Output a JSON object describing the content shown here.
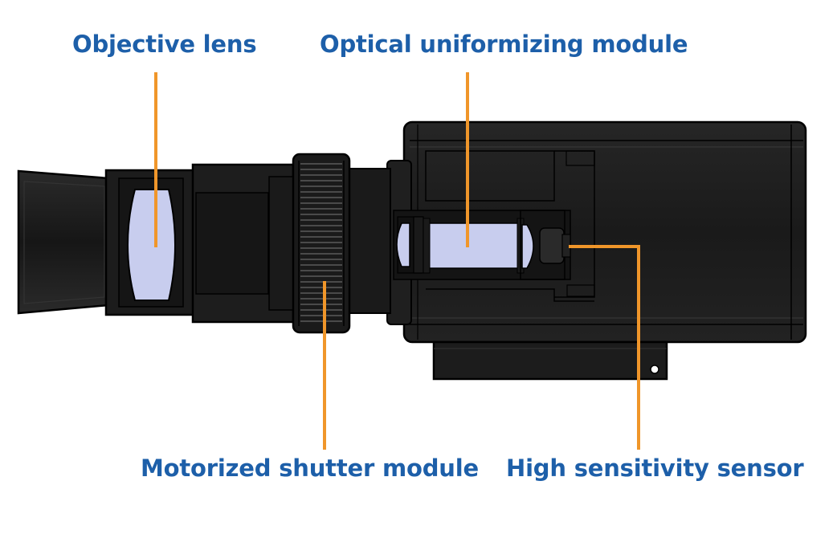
{
  "labels": {
    "objective_lens": "Objective lens",
    "optical_uniformizing_module": "Optical uniformizing module",
    "motorized_shutter_module": "Motorized shutter module",
    "high_sensitivity_sensor": "High sensitivity sensor"
  },
  "colors": {
    "label_text": "#1d5fa9",
    "leader_line": "#f0962a",
    "body_dark": "#1b1b1b",
    "outline": "#000000",
    "glass": "#c8cdee"
  }
}
